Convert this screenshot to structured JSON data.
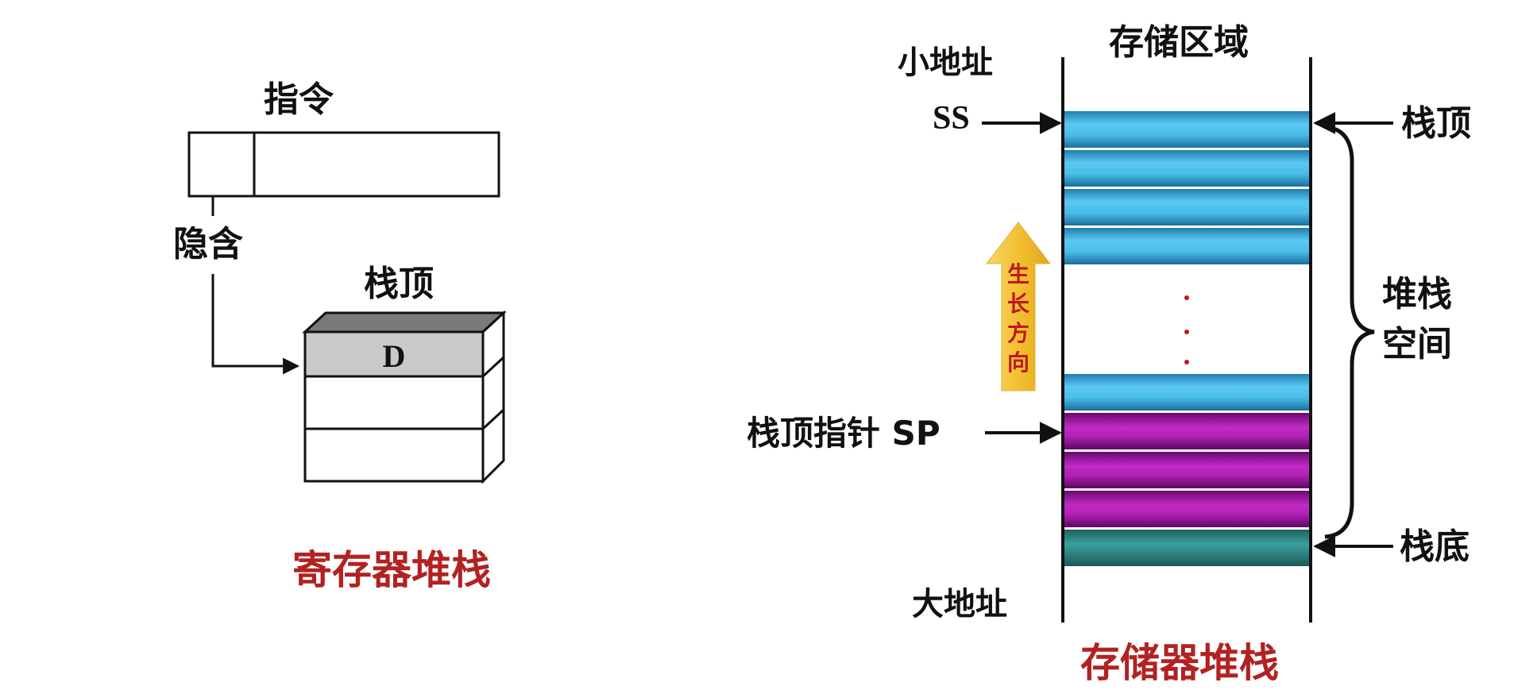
{
  "register_stack": {
    "instruction_label": "指令",
    "implicit_label": "隐含",
    "stack_top_label": "栈顶",
    "register_value": "D",
    "caption": "寄存器堆栈"
  },
  "memory_stack": {
    "header": "存储区域",
    "small_address": "小地址",
    "large_address": "大地址",
    "ss_label": "SS",
    "sp_label": "栈顶指针 SP",
    "top_label": "栈顶",
    "bottom_label": "栈底",
    "space_label_line1": "堆栈",
    "space_label_line2": "空间",
    "growth_chars": [
      "生",
      "长",
      "方",
      "向"
    ],
    "caption": "存储器堆栈"
  },
  "colors": {
    "cyan_slot": "#3fb6e6",
    "purple_slot": "#a21aa6",
    "teal_slot": "#2f8c8a",
    "caption_red": "#b22222",
    "growth_arrow": "#f2c030",
    "growth_text": "#c0171e",
    "register_top_fill": "#c9c9c9"
  }
}
